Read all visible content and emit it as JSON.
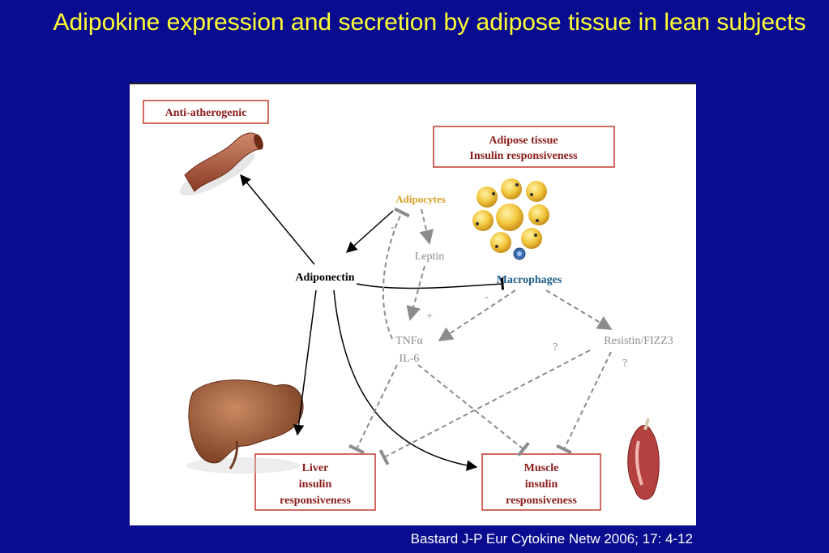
{
  "slide": {
    "title": "Adipokine expression and secretion by adipose tissue in lean subjects",
    "citation": "Bastard J-P Eur Cytokine Netw 2006; 17: 4-12"
  },
  "diagram": {
    "boxes": {
      "anti_atherogenic": "Anti-atherogenic",
      "adipose_line1": "Adipose tissue",
      "adipose_line2": "Insulin responsiveness",
      "liver_line1": "Liver",
      "liver_line2": "insulin",
      "liver_line3": "responsiveness",
      "muscle_line1": "Muscle",
      "muscle_line2": "insulin",
      "muscle_line3": "responsiveness"
    },
    "nodes": {
      "adipocytes": "Adipocytes",
      "leptin": "Leptin",
      "adiponectin": "Adiponectin",
      "macrophages": "Macrophages",
      "tnf": "TNFα",
      "il6": "IL-6",
      "resistin": "Resistin/FIZZ3"
    },
    "signs": {
      "plus": "+",
      "minus_adipocytes": "-",
      "minus_macrophages": "-",
      "question_mid": "?",
      "question_resistin": "?"
    },
    "colors": {
      "box_border": "#c0392b",
      "box_text": "#8b1a1a",
      "adipocytes_text": "#d4a020",
      "macrophages_text": "#1f5f8b",
      "dashed_gray": "#8c8c8c",
      "organ_brown": "#a0522d"
    },
    "icons": [
      "artery-icon",
      "adipocyte-cluster-icon",
      "macrophage-icon",
      "liver-icon",
      "muscle-icon"
    ]
  }
}
